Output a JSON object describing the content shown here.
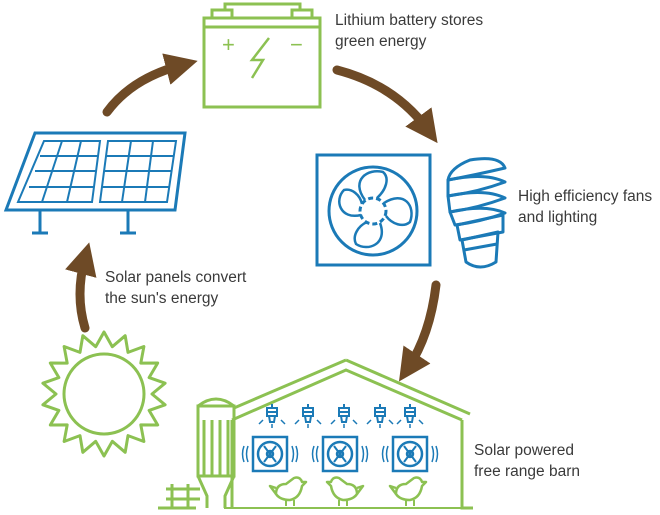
{
  "captions": {
    "battery": [
      "Lithium battery stores",
      "green energy"
    ],
    "fans": [
      "High efficiency fans",
      "and lighting"
    ],
    "panels": [
      "Solar panels convert",
      "the sun's energy"
    ],
    "barn": [
      "Solar powered",
      "free range barn"
    ]
  },
  "battery_symbols": {
    "plus": "+",
    "minus": "−"
  },
  "colors": {
    "green": "#8cc152",
    "blue": "#1b7ab7",
    "arrow_brown": "#6e4a26",
    "text": "#3a3a3a"
  },
  "icons": [
    "battery-icon",
    "fan-icon",
    "light-bulb-icon",
    "solar-panel-icon",
    "sun-icon",
    "barn-icon",
    "silo-icon",
    "chicken-icon",
    "arrow-icon"
  ]
}
